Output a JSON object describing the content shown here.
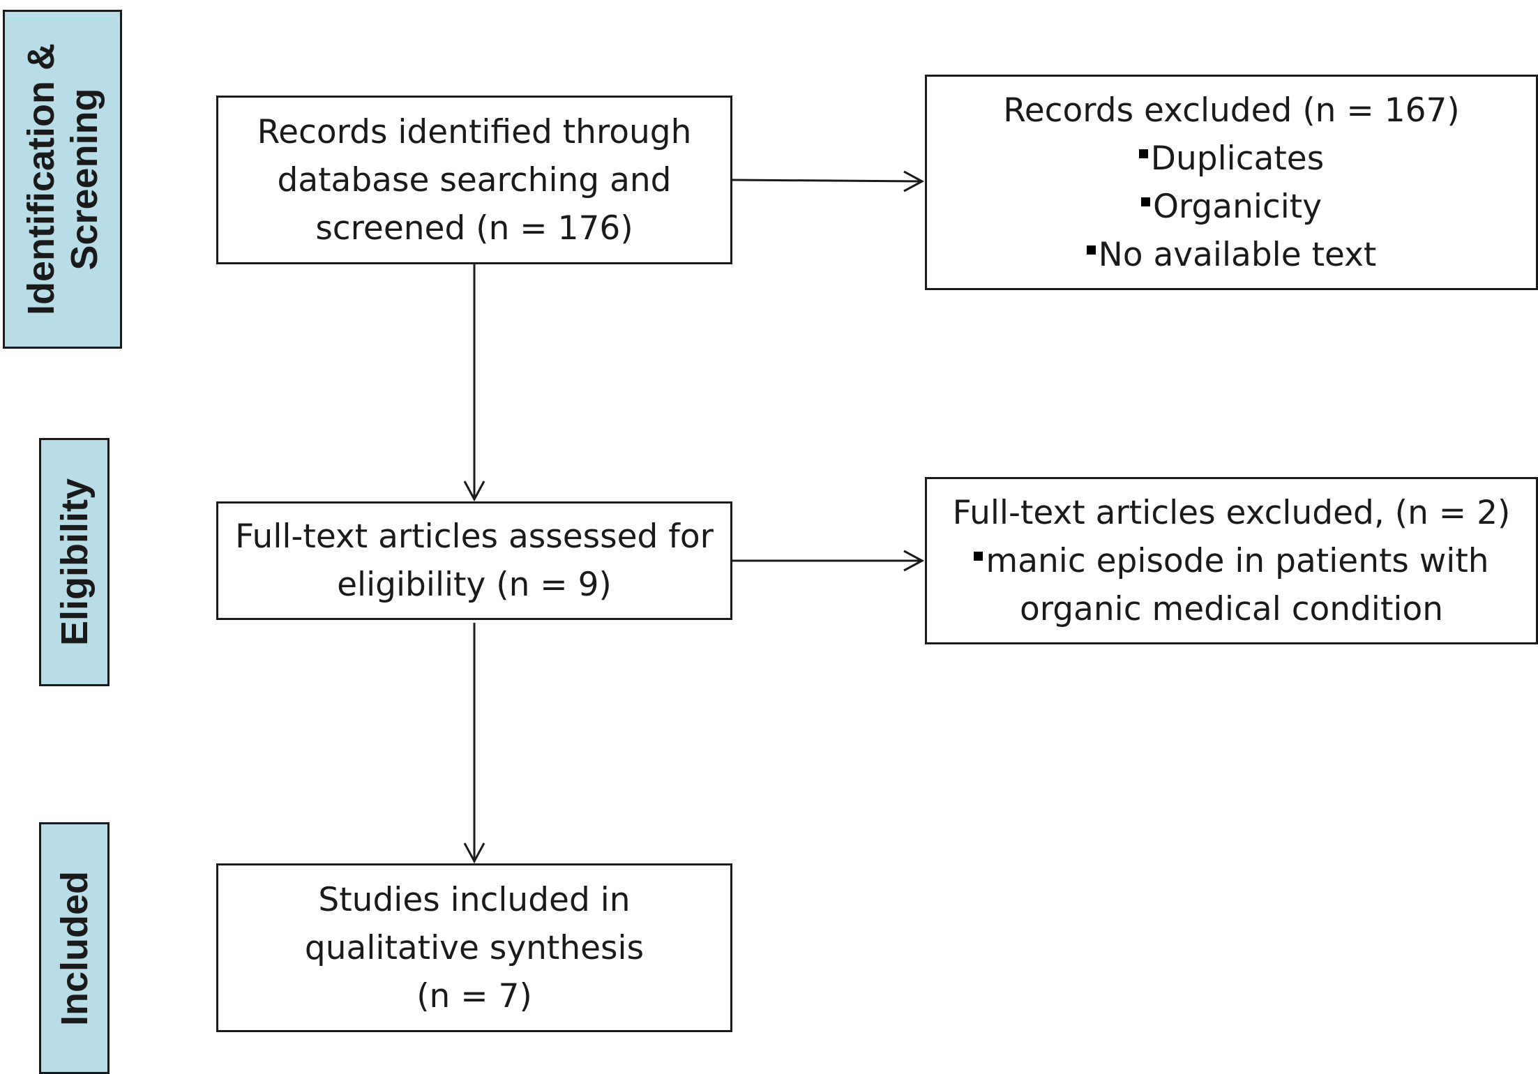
{
  "stages": {
    "identification": [
      "Identification &",
      "Screening"
    ],
    "eligibility": "Eligibility",
    "included": "Included"
  },
  "boxes": {
    "identified": [
      "Records identified through",
      "database searching and",
      "screened (n = 176)"
    ],
    "records_excluded": {
      "heading": "Records excluded (n = 167)",
      "reasons": [
        "Duplicates",
        "Organicity",
        "No available text"
      ]
    },
    "fulltext_assessed": [
      "Full-text articles assessed for",
      "eligibility (n = 9)"
    ],
    "fulltext_excluded": {
      "heading": "Full-text articles excluded, (n = 2)",
      "reasons": [
        "manic episode in patients with",
        "organic medical condition"
      ]
    },
    "included": [
      "Studies included in",
      "qualitative synthesis",
      "(n = 7)"
    ]
  },
  "colors": {
    "stage_fill": "#b7dde8",
    "line": "#1a1a1a"
  }
}
